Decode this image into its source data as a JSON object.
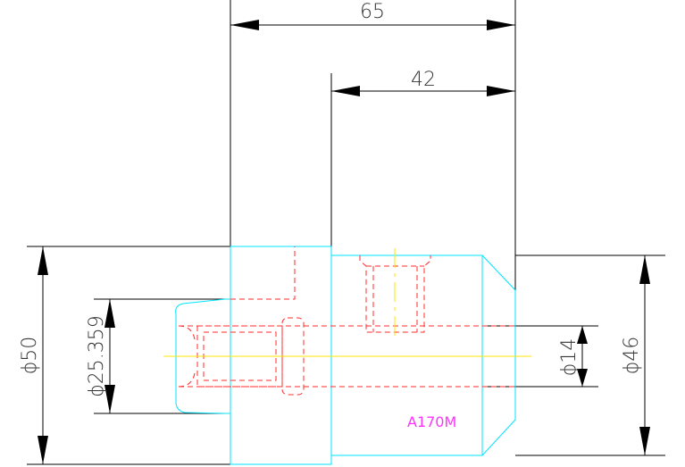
{
  "dimensions": {
    "overall_length": "65",
    "partial_length": "42",
    "outer_diameter": "ϕ50",
    "inner_diameter": "ϕ25.359",
    "bore_diameter": "ϕ14",
    "body_diameter": "ϕ46"
  },
  "part_label": "A170M",
  "colors": {
    "outline": "#00e5ff",
    "hidden_lines": "#ff2b2b",
    "centerline": "#ffe600",
    "dimension": "#000000",
    "label": "#ff33ff"
  }
}
